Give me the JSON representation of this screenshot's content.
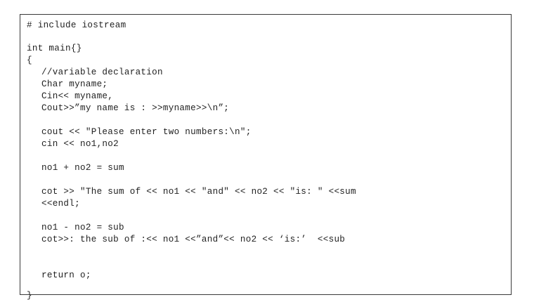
{
  "document": {
    "lines": [
      "# include iostream",
      "int main{}",
      "{",
      "//variable declaration",
      "Char myname;",
      "Cin<< myname,",
      "Cout>>”my name is : >>myname>>\\n”;",
      "cout << \"Please enter two numbers:\\n\";",
      "cin << no1,no2",
      "no1 + no2 = sum",
      "cot >> \"The sum of << no1 << \"and\" << no2 << \"is: \" <<sum",
      "<<endl;",
      "no1 - no2 = sub",
      "cot>>: the sub of :<< no1 <<”and”<< no2 << ‘is:’  <<sub",
      "return o;",
      "}"
    ]
  }
}
